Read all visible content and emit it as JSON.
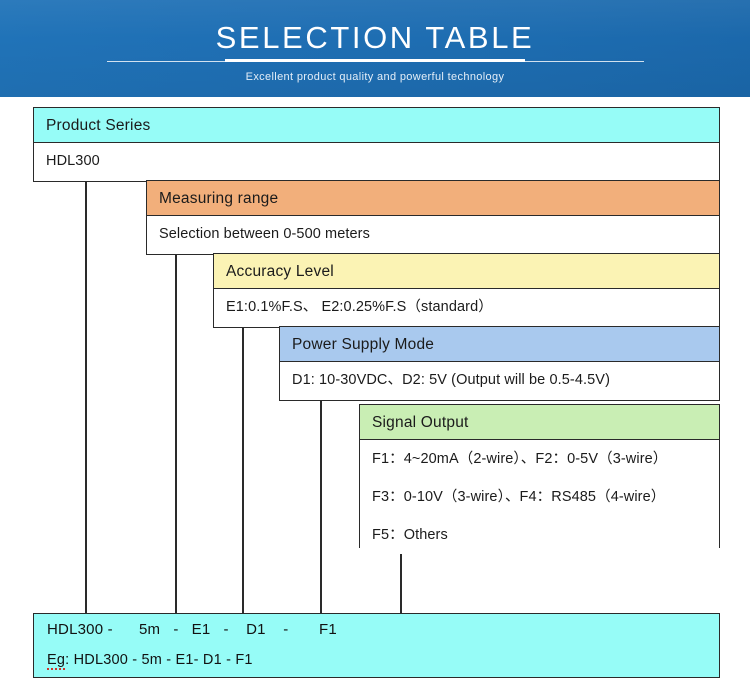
{
  "header": {
    "title": "SELECTION TABLE",
    "subtitle": "Excellent product quality and powerful technology",
    "background_color": "#1f6fb4",
    "title_color": "#ffffff"
  },
  "colors": {
    "cyan": "#96fcf7",
    "orange": "#f2af7b",
    "yellow": "#fbf3b4",
    "blue": "#a9c9ee",
    "green": "#c9eeb4",
    "border": "#2a2a2a",
    "white": "#ffffff"
  },
  "sections": [
    {
      "id": "product-series",
      "header": "Product Series",
      "header_color": "#96fcf7",
      "rows": [
        "HDL300"
      ]
    },
    {
      "id": "measuring-range",
      "header": "Measuring range",
      "header_color": "#f2af7b",
      "rows": [
        "Selection between 0-500 meters"
      ]
    },
    {
      "id": "accuracy-level",
      "header": "Accuracy Level",
      "header_color": "#fbf3b4",
      "rows": [
        "E1:0.1%F.S、  E2:0.25%F.S（standard）"
      ]
    },
    {
      "id": "power-supply-mode",
      "header": "Power Supply Mode",
      "header_color": "#a9c9ee",
      "rows": [
        "D1: 10-30VDC、D2: 5V (Output will be 0.5-4.5V)"
      ]
    },
    {
      "id": "signal-output",
      "header": "Signal Output",
      "header_color": "#c9eeb4",
      "rows": [
        "F1：4~20mA（2-wire）、F2：0-5V（3-wire）",
        "F3：0-10V（3-wire）、F4：RS485（4-wire）",
        "F5：Others"
      ]
    }
  ],
  "summary": {
    "background_color": "#96fcf7",
    "code_line": "HDL300 -      5m   -   E1   -    D1    -       F1",
    "example_prefix": "Eg",
    "example_rest": ": HDL300 - 5m - E1- D1 - F1"
  }
}
